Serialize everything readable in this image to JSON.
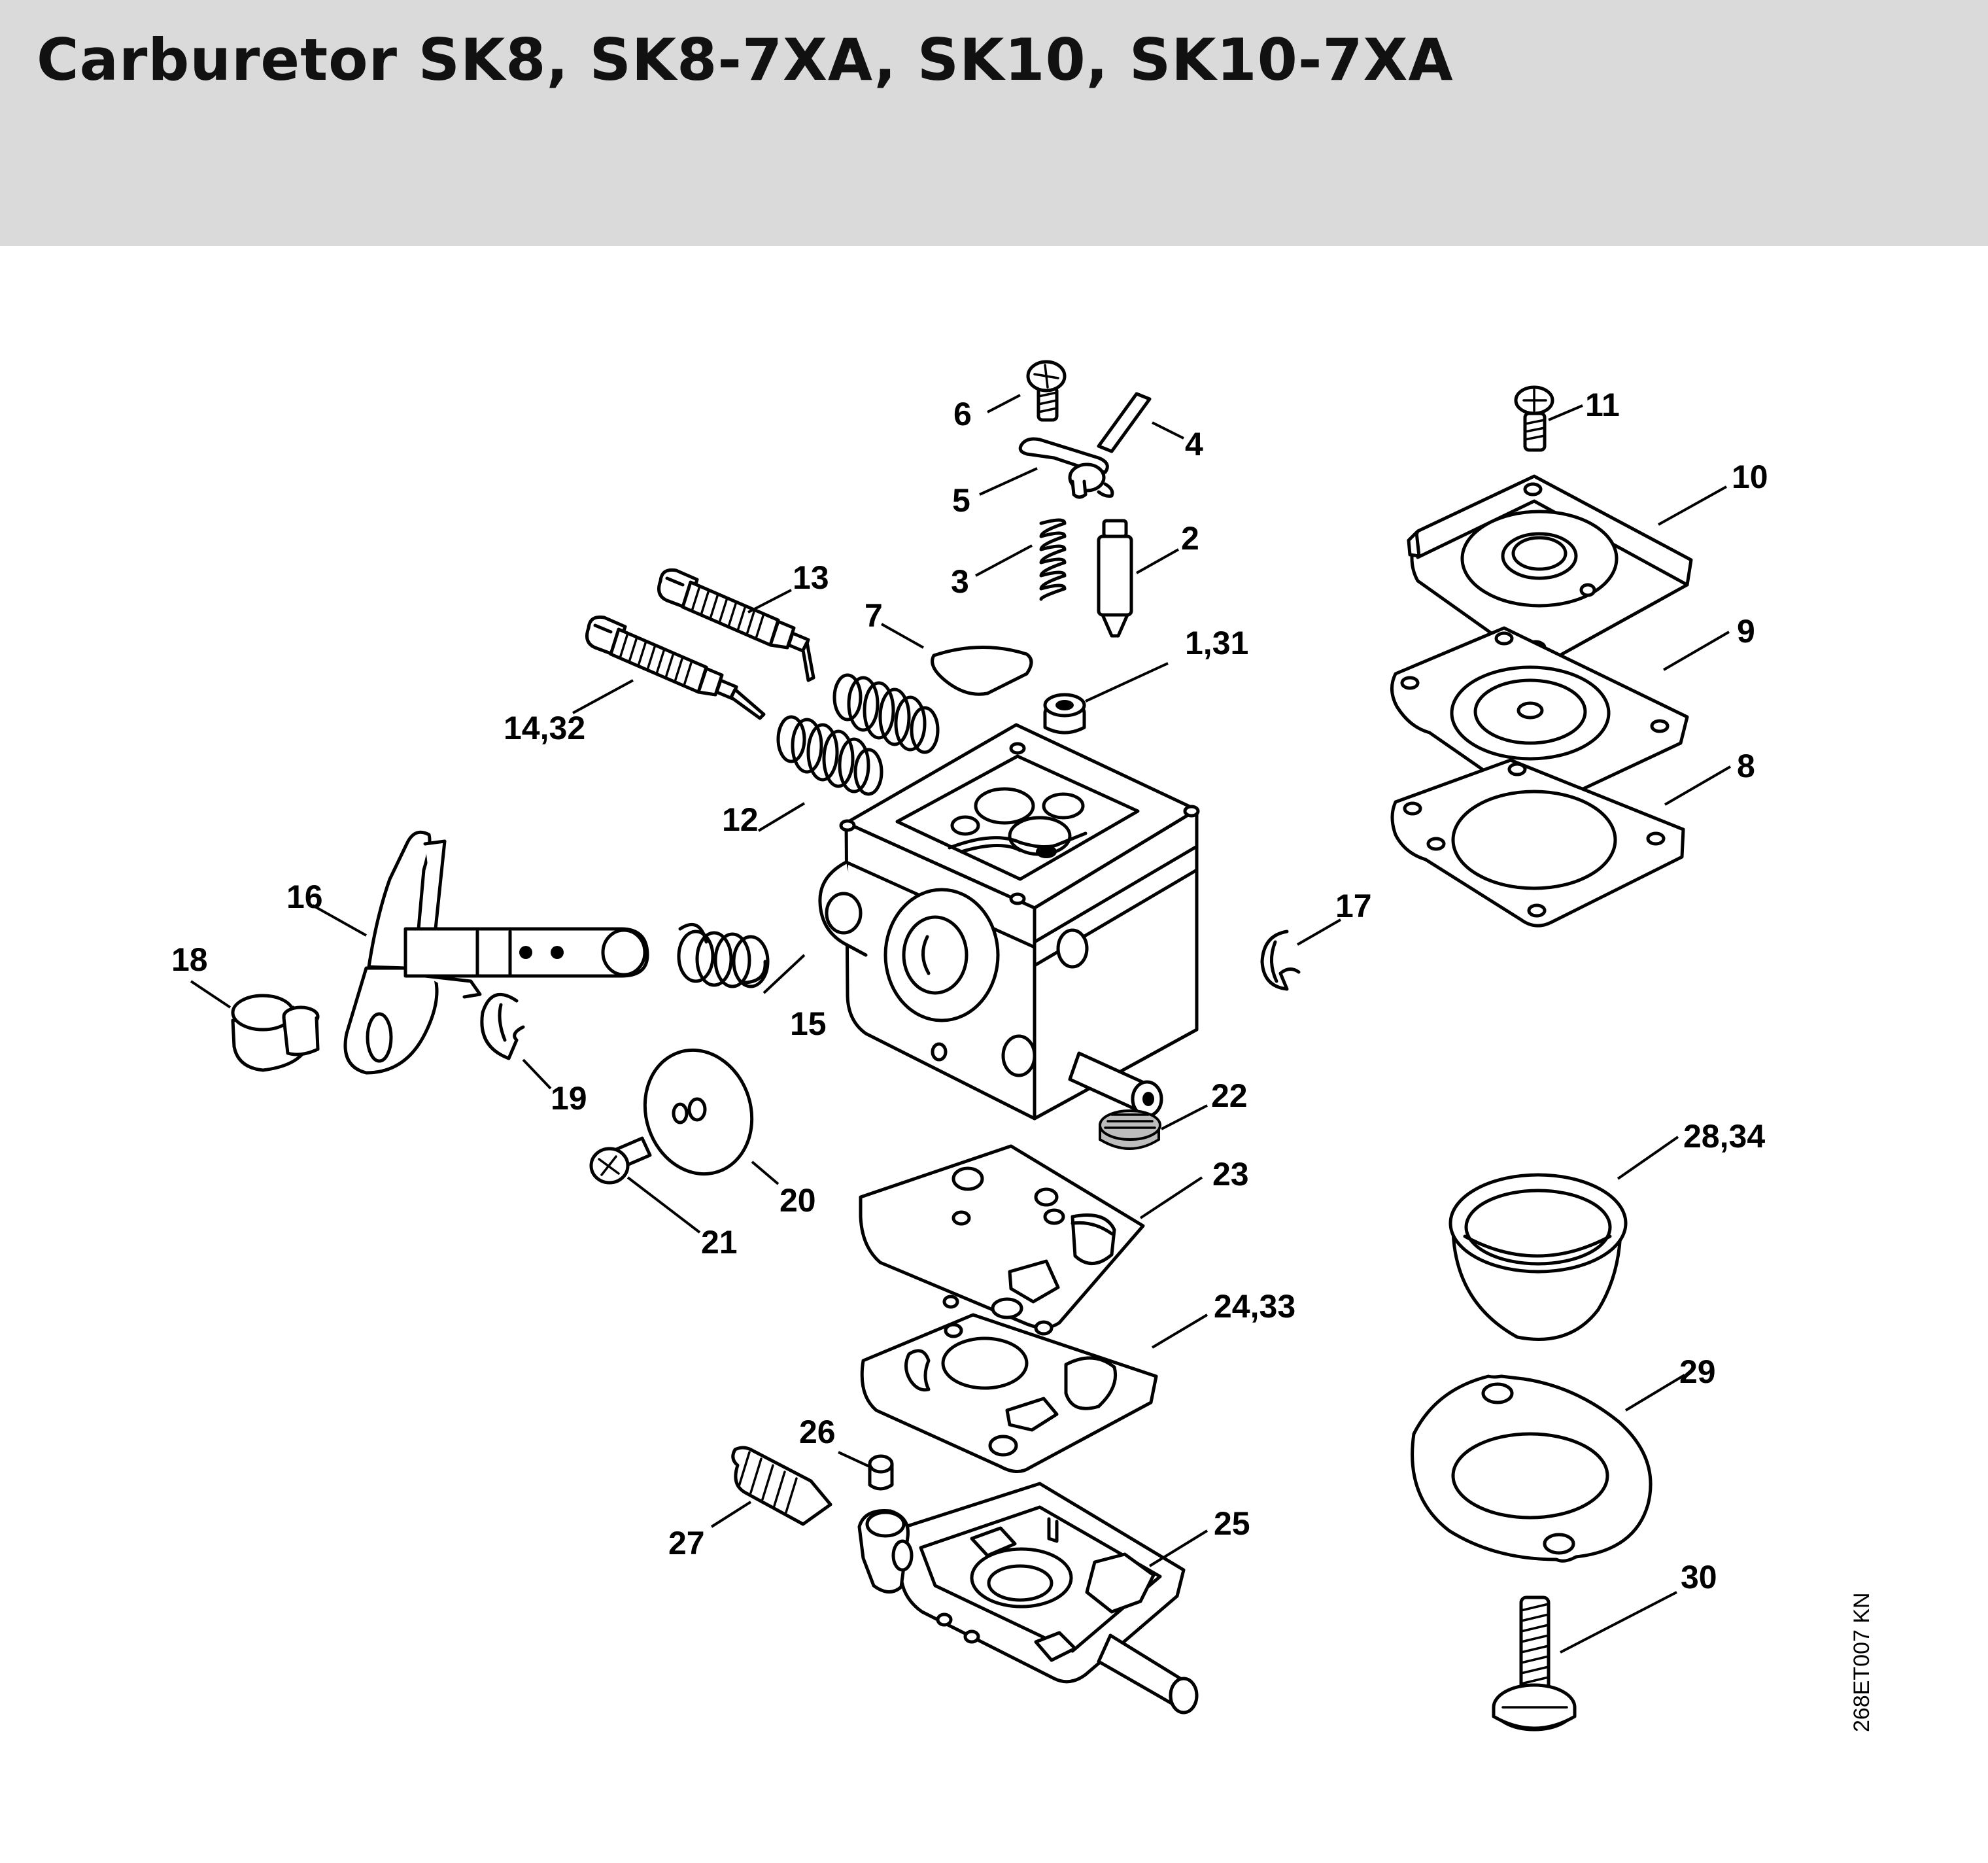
{
  "header": {
    "title": "Carburetor SK8, SK8-7XA, SK10, SK10-7XA",
    "background_color": "#d9dad9"
  },
  "diagram": {
    "labels": {
      "p1_31": "1,31",
      "p2": "2",
      "p3": "3",
      "p4": "4",
      "p5": "5",
      "p6": "6",
      "p7": "7",
      "p8": "8",
      "p9": "9",
      "p10": "10",
      "p11": "11",
      "p12": "12",
      "p13": "13",
      "p14_32": "14,32",
      "p15": "15",
      "p16": "16",
      "p17": "17",
      "p18": "18",
      "p19": "19",
      "p20": "20",
      "p21": "21",
      "p22": "22",
      "p23": "23",
      "p24_33": "24,33",
      "p25": "25",
      "p26": "26",
      "p27": "27",
      "p28_34": "28,34",
      "p29": "29",
      "p30": "30"
    },
    "drawing_reference": "268ET007 KN"
  }
}
